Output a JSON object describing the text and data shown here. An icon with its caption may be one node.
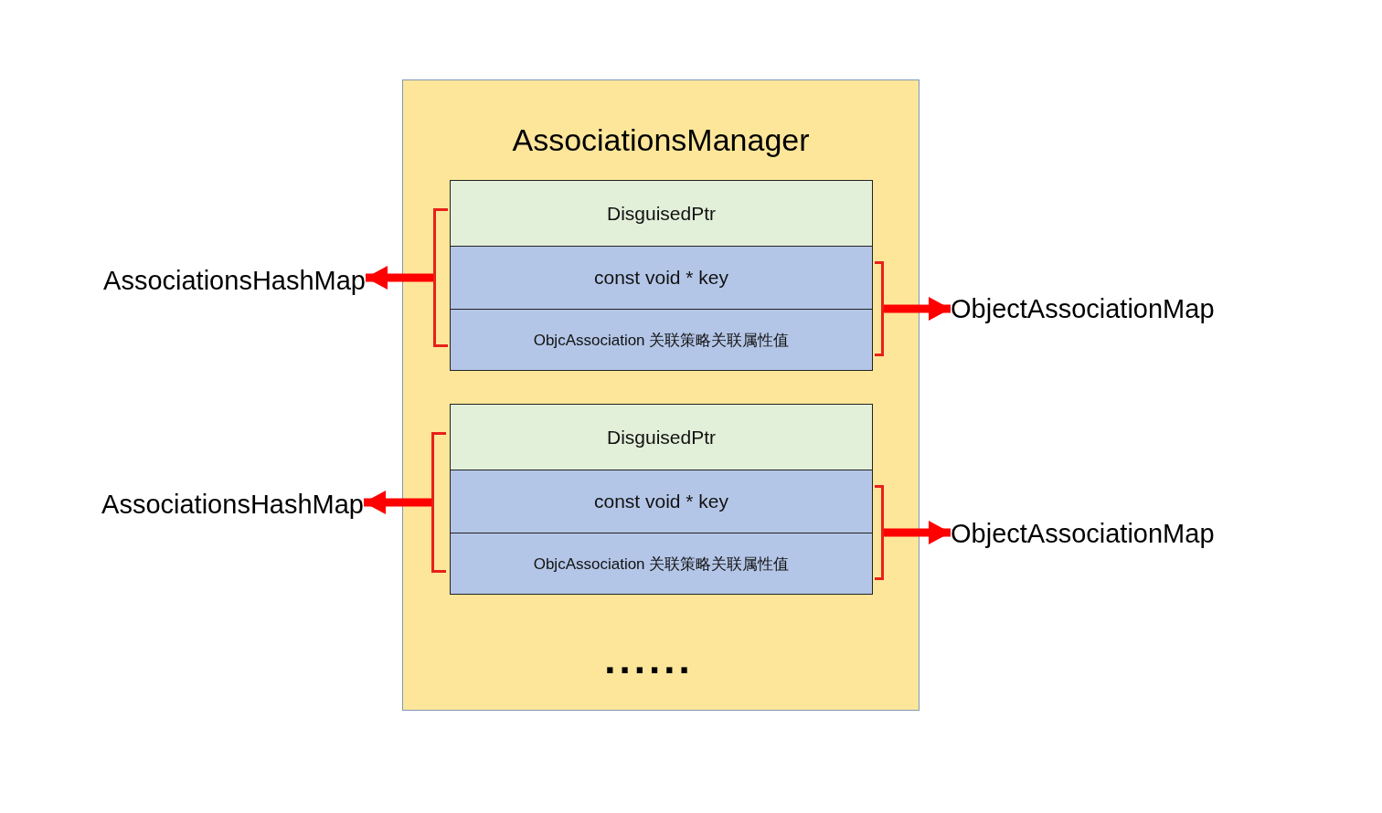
{
  "diagram": {
    "nodes": [
      {
        "text": [
          "AssociationsManager"
        ]
      },
      {
        "text": [
          "DisguisedPtr"
        ],
        "in": 0
      },
      {
        "text": [
          "const void * key"
        ],
        "in": 0
      },
      {
        "text": [
          "ObjcAssociation 关联策略关联属性值"
        ],
        "in": 0
      },
      {
        "text": [
          "DisguisedPtr"
        ],
        "in": 0
      },
      {
        "text": [
          "const void * key"
        ],
        "in": 0
      },
      {
        "text": [
          "ObjcAssociation 关联策略关联属性值"
        ],
        "in": 0
      },
      {
        "text": [
          "AssociationsHashMap"
        ]
      },
      {
        "text": [
          "ObjectAssociationMap"
        ]
      },
      {
        "text": [
          "AssociationsHashMap"
        ]
      },
      {
        "text": [
          "ObjectAssociationMap"
        ]
      },
      {
        "text": [],
        "shape": "bracket",
        "in": 0
      },
      {
        "text": [],
        "shape": "bracket",
        "in": 0
      },
      {
        "text": [],
        "shape": "bracket",
        "in": 0
      },
      {
        "text": [],
        "shape": "bracket",
        "in": 0
      }
    ],
    "edges": [
      {
        "from": 11,
        "to": 7,
        "arrow": "to"
      },
      {
        "from": 12,
        "to": 8,
        "arrow": "to"
      },
      {
        "from": 13,
        "to": 9,
        "arrow": "to"
      },
      {
        "from": 14,
        "to": 10,
        "arrow": "to"
      }
    ],
    "labels": [
      "......"
    ]
  }
}
